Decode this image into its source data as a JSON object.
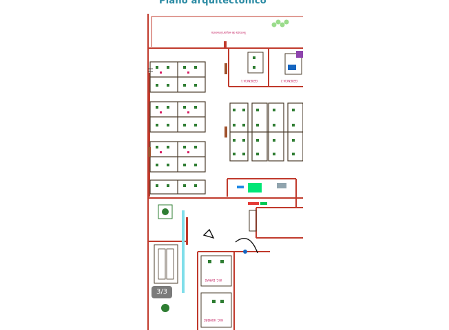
{
  "header": {
    "title": "Plano arquitectónico"
  },
  "pager": {
    "label": "3/3"
  },
  "plan": {
    "terrace_label": "Terraza de esparcimiento",
    "office_labels": [
      "GERENCIA 1",
      "GERENCIA 2"
    ],
    "toilet_labels": [
      "W.C. DAMAS",
      "W.C. HOMBRE"
    ]
  }
}
